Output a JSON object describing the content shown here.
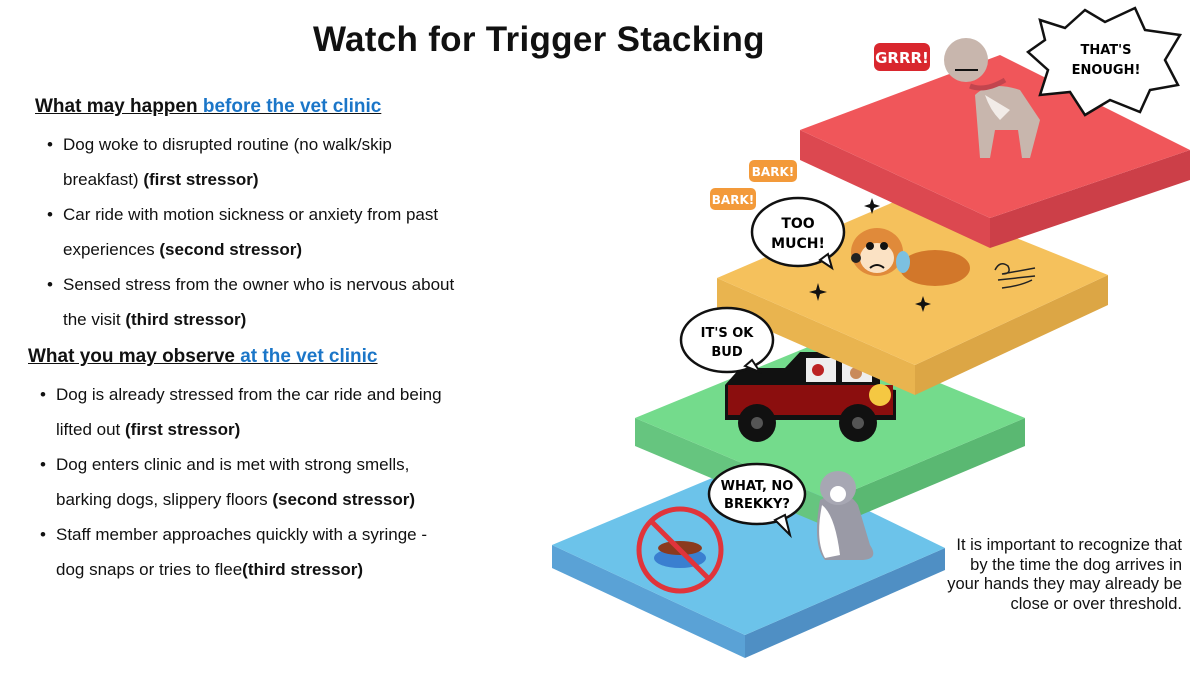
{
  "title": "Watch for Trigger Stacking",
  "before": {
    "heading_prefix": "What may happen ",
    "heading_highlight": "before the vet clinic",
    "items": [
      {
        "line1": " Dog woke to disrupted routine (no walk/skip",
        "line2": "breakfast) ",
        "bold": "(first stressor)"
      },
      {
        "line1": "Car ride with motion sickness or anxiety from past",
        "line2": "experiences ",
        "bold": "(second stressor)"
      },
      {
        "line1": "Sensed stress from the owner who is nervous about",
        "line2": "the visit ",
        "bold": "(third stressor)"
      }
    ]
  },
  "at": {
    "heading_prefix": "What you may observe ",
    "heading_highlight": "at the vet clinic",
    "items": [
      {
        "line1": " Dog is already stressed from the car ride and being",
        "line2": "lifted out ",
        "bold": "(first stressor)"
      },
      {
        "line1": "Dog enters clinic and is met with strong smells,",
        "line2": "barking dogs, slippery floors ",
        "bold": "(second stressor)"
      },
      {
        "line1": "Staff member approaches quickly with a syringe -",
        "line2": "dog snaps or tries to flee",
        "bold": "(third stressor)"
      }
    ]
  },
  "bullet": "•",
  "note": "It is important to recognize that by the time the dog arrives in your hands they may already be close or over threshold.",
  "illustration": {
    "bubbles": {
      "grrr": "GRRR!",
      "thats_enough_1": "THAT'S",
      "thats_enough_2": "ENOUGH!",
      "bark1": "BARK!",
      "bark2": "BARK!",
      "too_much_1": "TOO",
      "too_much_2": "MUCH!",
      "its_ok_1": "IT'S OK",
      "its_ok_2": "BUD",
      "no_brekky_1": "WHAT, NO",
      "no_brekky_2": "BREKKY?"
    },
    "colors": {
      "red": "#f0565a",
      "yellow": "#f5c15c",
      "green": "#74db8c",
      "blue": "#6cc3ea",
      "link_blue": "#1b76c8"
    }
  }
}
